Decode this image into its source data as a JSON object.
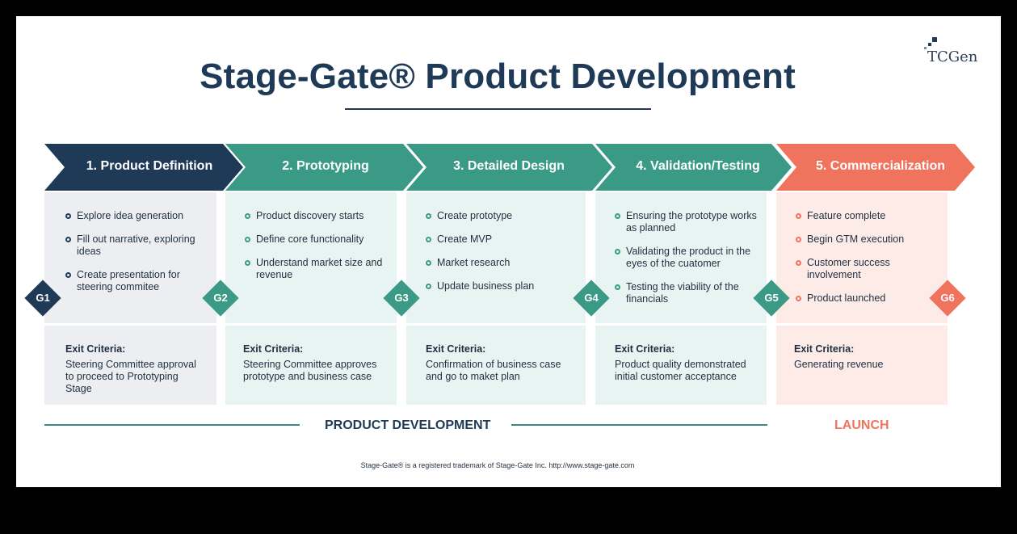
{
  "title": "Stage-Gate® Product Development",
  "logo": {
    "text": "TCGen"
  },
  "colors": {
    "navy": "#1f3a57",
    "teal": "#3a9a86",
    "coral": "#f0735d",
    "card_gray": "#edeef2",
    "card_teal": "#e8f4f2",
    "card_coral": "#fdebe8"
  },
  "stages": [
    {
      "label": "1. Product Definition",
      "bullets": [
        "Explore idea generation",
        "Fill out narrative, exploring ideas",
        "Create presentation for steering commitee"
      ],
      "exit_title": "Exit Criteria:",
      "exit_text": "Steering Committee approval to proceed to Prototyping Stage"
    },
    {
      "label": "2. Prototyping",
      "bullets": [
        "Product discovery starts",
        "Define core functionality",
        "Understand market size and revenue"
      ],
      "exit_title": "Exit Criteria:",
      "exit_text": "Steering Committee approves prototype and business case"
    },
    {
      "label": "3. Detailed Design",
      "bullets": [
        "Create prototype",
        "Create MVP",
        "Market research",
        "Update business plan"
      ],
      "exit_title": "Exit Criteria:",
      "exit_text": "Confirmation of business case and go to maket plan"
    },
    {
      "label": "4. Validation/Testing",
      "bullets": [
        "Ensuring the prototype works as planned",
        "Validating the product in the eyes of the cuatomer",
        "Testing the viability of the financials"
      ],
      "exit_title": "Exit Criteria:",
      "exit_text": "Product quality demonstrated initial customer acceptance"
    },
    {
      "label": "5. Commercialization",
      "bullets": [
        "Feature complete",
        "Begin GTM execution",
        "Customer success involvement",
        "Product launched"
      ],
      "exit_title": "Exit Criteria:",
      "exit_text": "Generating revenue"
    }
  ],
  "gates": [
    "G1",
    "G2",
    "G3",
    "G4",
    "G5",
    "G6"
  ],
  "phases": {
    "development": "PRODUCT DEVELOPMENT",
    "launch": "LAUNCH"
  },
  "footnote": "Stage-Gate® is a registered trademark of Stage-Gate Inc. http://www.stage-gate.com"
}
